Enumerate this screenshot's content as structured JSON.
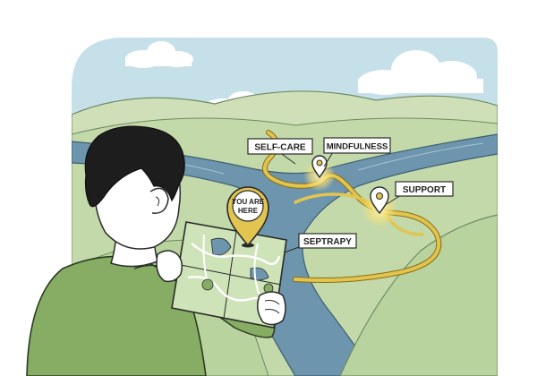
{
  "labels": {
    "self_care": "SELF-CARE",
    "mindfulness": "MINDFULNESS",
    "support": "SUPPORT",
    "therapy": "SEPTRAPY"
  },
  "pin": {
    "line1": "YOU ARE",
    "line2": "HERE"
  },
  "colors": {
    "sky": "#c6e0ea",
    "hill_far": "#cfe0b9",
    "hill_near": "#b9d39e",
    "river": "#6d95ad",
    "path": "#e2c451",
    "glow": "#f6e27a",
    "shirt": "#86ad63",
    "hair": "#1d1d1d",
    "skin": "#ffffff"
  }
}
